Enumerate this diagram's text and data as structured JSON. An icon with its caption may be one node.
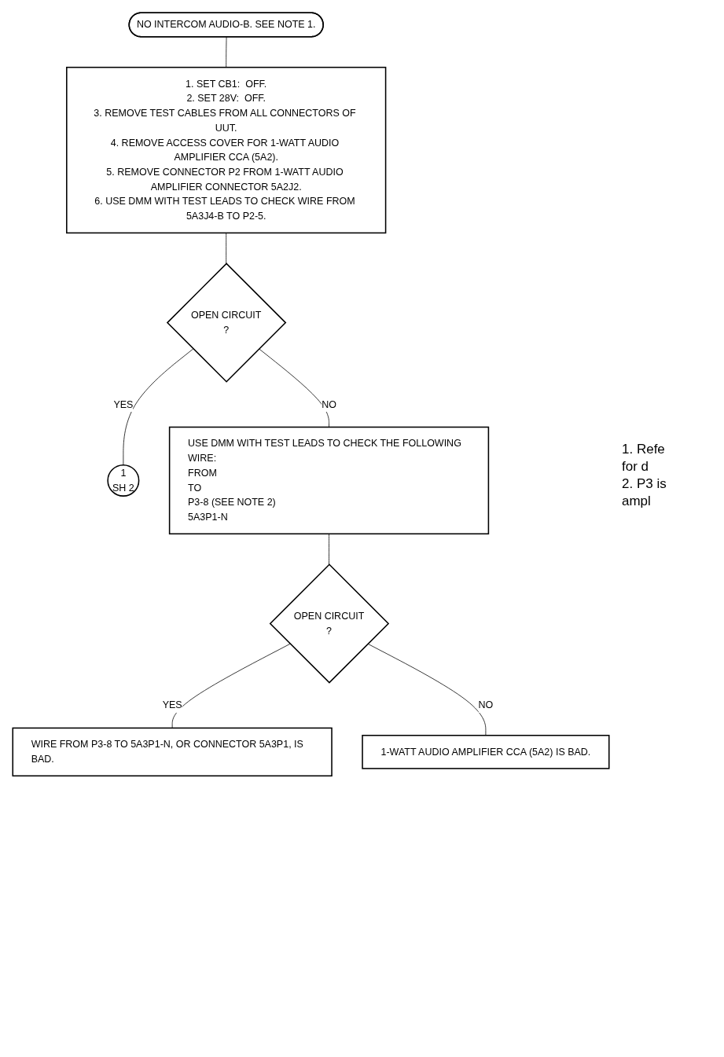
{
  "diagram": {
    "nodes": [
      {
        "text": [
          "NO INTERCOM AUDIO-B. SEE NOTE 1."
        ]
      },
      {
        "text": [
          "1. SET CB1:  OFF.",
          "2. SET 28V:  OFF.",
          "3. REMOVE TEST CABLES FROM ALL CONNECTORS OF UUT.",
          "4. REMOVE ACCESS COVER FOR 1-WATT AUDIO AMPLIFIER CCA (5A2).",
          "5. REMOVE CONNECTOR P2 FROM 1-WATT AUDIO AMPLIFIER CONNECTOR 5A2J2.",
          "6. USE DMM WITH TEST LEADS TO CHECK WIRE FROM 5A3J4-B TO P2-5."
        ]
      },
      {
        "text": [
          "OPEN CIRCUIT",
          "?"
        ]
      },
      {
        "text": [
          "1",
          "SH 2"
        ]
      },
      {
        "text": [
          "USE DMM WITH TEST LEADS TO CHECK THE FOLLOWING WIRE:",
          "FROM",
          "TO",
          "P3-8 (SEE NOTE 2)",
          "5A3P1-N"
        ]
      },
      {
        "text": [
          "OPEN CIRCUIT",
          "?"
        ]
      },
      {
        "text": [
          "WIRE FROM P3-8 TO 5A3P1-N, OR CONNECTOR 5A3P1, IS BAD."
        ]
      },
      {
        "text": [
          "1-WATT AUDIO AMPLIFIER CCA (5A2) IS BAD."
        ]
      }
    ],
    "edges": [
      {
        "from": 0,
        "to": 1,
        "arrow": "none"
      },
      {
        "from": 1,
        "to": 2,
        "arrow": "none"
      },
      {
        "from": 2,
        "to": 3,
        "arrow": "none",
        "label": "YES"
      },
      {
        "from": 2,
        "to": 4,
        "arrow": "none",
        "label": "NO"
      },
      {
        "from": 4,
        "to": 5,
        "arrow": "none"
      },
      {
        "from": 5,
        "to": 6,
        "arrow": "none",
        "label": "YES"
      },
      {
        "from": 5,
        "to": 7,
        "arrow": "none",
        "label": "NO"
      }
    ],
    "labels": [
      "1. Refe",
      "for d",
      "2. P3 is",
      "ampl"
    ]
  }
}
